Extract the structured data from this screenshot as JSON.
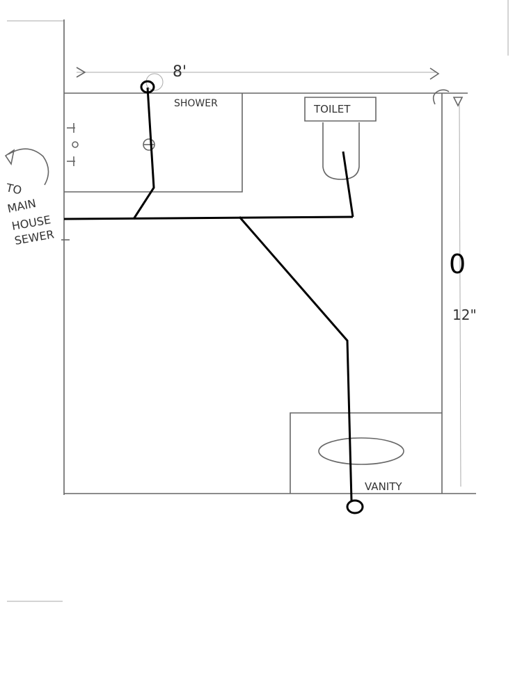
{
  "drawing": {
    "width_dimension": "8'",
    "length_dimension_top": "0",
    "length_dimension_bottom": "12\"",
    "fixtures": {
      "shower": "SHOWER",
      "toilet": "TOILET",
      "vanity": "VANITY"
    },
    "sewer_note": [
      "TO",
      "MAIN",
      "HOUSE",
      "SEWER"
    ]
  }
}
